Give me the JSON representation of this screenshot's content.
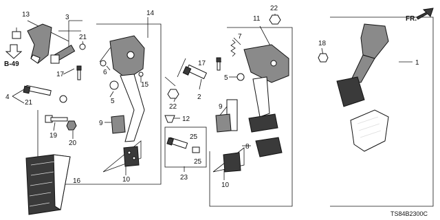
{
  "diagram": {
    "part_code": "TS84B2300C",
    "section_ref": "B-49",
    "direction_label": "FR.",
    "callouts": {
      "c1": "1",
      "c2": "2",
      "c3": "3",
      "c4": "4",
      "c5a": "5",
      "c5b": "5",
      "c6": "6",
      "c7": "7",
      "c8": "8",
      "c9a": "9",
      "c9b": "9",
      "c10a": "10",
      "c10b": "10",
      "c11": "11",
      "c12": "12",
      "c13": "13",
      "c14": "14",
      "c15": "15",
      "c16": "16",
      "c17a": "17",
      "c17b": "17",
      "c18": "18",
      "c19": "19",
      "c20": "20",
      "c21a": "21",
      "c21b": "21",
      "c22a": "22",
      "c22b": "22",
      "c23": "23",
      "c25a": "25",
      "c25b": "25"
    }
  }
}
